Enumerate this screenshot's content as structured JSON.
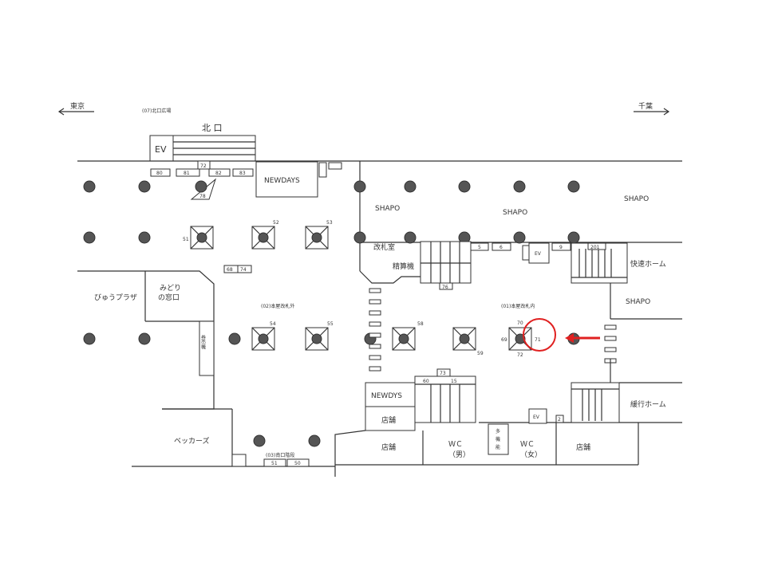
{
  "directions": {
    "west": "東京",
    "east": "千葉"
  },
  "areas": {
    "north_plaza": "(07)北口広場",
    "north_exit": "北 口",
    "outside_gate": "(02)本屋改札外",
    "inside_gate": "(01)本屋改札内",
    "south_stairs": "(03)南口階段",
    "shapo": "SHAPO",
    "newdays": "NEWDAYS",
    "newdys": "NEWDYS",
    "ev": "EV",
    "view_plaza": "びゅうプラザ",
    "midori_1": "みどり",
    "midori_2": "の窓口",
    "ticket_machine": "券売機",
    "beckers": "ベッカーズ",
    "gate_room": "改札室",
    "fare_adjust": "精算機",
    "rapid_platform": "快速ホーム",
    "local_platform": "緩行ホーム",
    "shop": "店舗",
    "wc": "ＷＣ",
    "men": "（男）",
    "women": "（女）",
    "multi_1": "多",
    "multi_2": "機",
    "multi_3": "能"
  },
  "boards": {
    "north": [
      "80",
      "81",
      "82",
      "83",
      "72",
      "78"
    ],
    "left": [
      "68",
      "74"
    ],
    "south": [
      "51",
      "50"
    ],
    "escalators": [
      "51",
      "52",
      "53",
      "54",
      "55",
      "58",
      "59",
      "69",
      "70",
      "72",
      "71"
    ],
    "inside_top": [
      "5",
      "6",
      "9",
      "201",
      "76"
    ],
    "inside_bottom": [
      "60",
      "15",
      "73",
      "2"
    ]
  },
  "highlight": {
    "color": "#e02020"
  }
}
